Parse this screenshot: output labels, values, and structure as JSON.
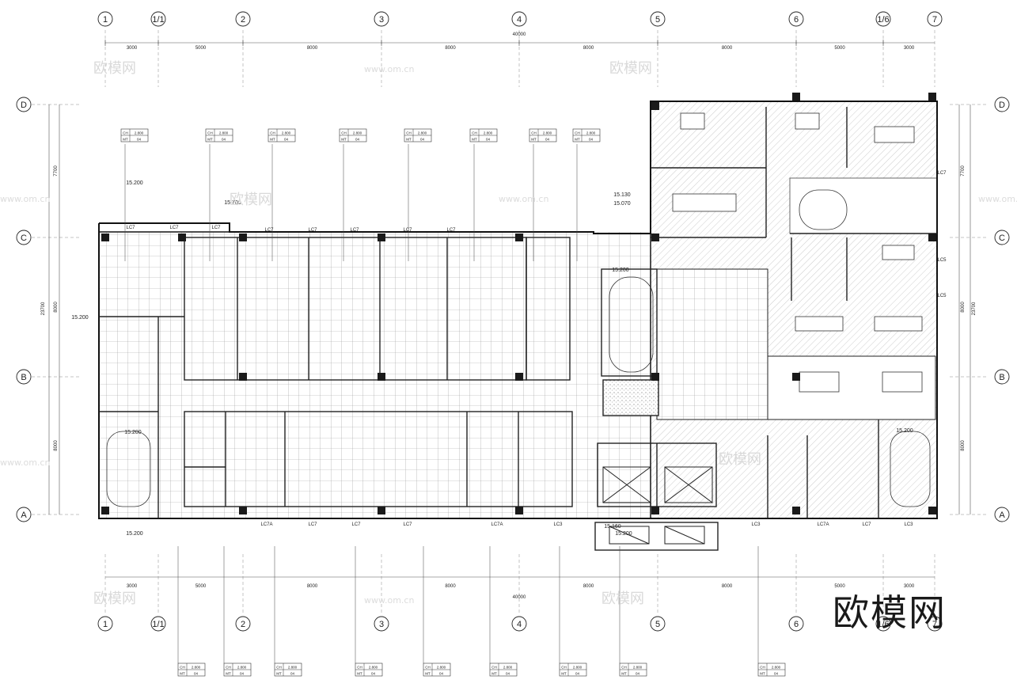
{
  "grid": {
    "columns": [
      "1",
      "1/1",
      "2",
      "3",
      "4",
      "5",
      "6",
      "1/6",
      "7"
    ],
    "rows": [
      "D",
      "C",
      "B",
      "A"
    ]
  },
  "dimensions": {
    "spans": [
      "3000",
      "5000",
      "8000",
      "8000",
      "8000",
      "8000",
      "5000",
      "3000"
    ],
    "total": "40000",
    "vertical_spans": [
      "7700",
      "8000",
      "8000"
    ],
    "vertical_total": "23700"
  },
  "window_tags": [
    "LC7",
    "LC7",
    "LC7",
    "LC7",
    "LC7",
    "LC7",
    "LC7",
    "LC7",
    "LC7A",
    "LC7",
    "LC7",
    "LC7",
    "LC7A",
    "LC3",
    "LC3",
    "LC7A",
    "LC7",
    "LC3",
    "LC5",
    "LC5",
    "LC7"
  ],
  "elevations": [
    "15.200",
    "15.700",
    "15.200",
    "15.200",
    "15.130",
    "15.070",
    "15.200",
    "15.160",
    "15.200",
    "15.200",
    "15.200"
  ],
  "ceiling_tag": {
    "ch": "CH",
    "height": "2.800",
    "mt": "MT",
    "code": "04"
  },
  "watermark": {
    "brand": "欧模网",
    "url": "www.om.cn"
  }
}
